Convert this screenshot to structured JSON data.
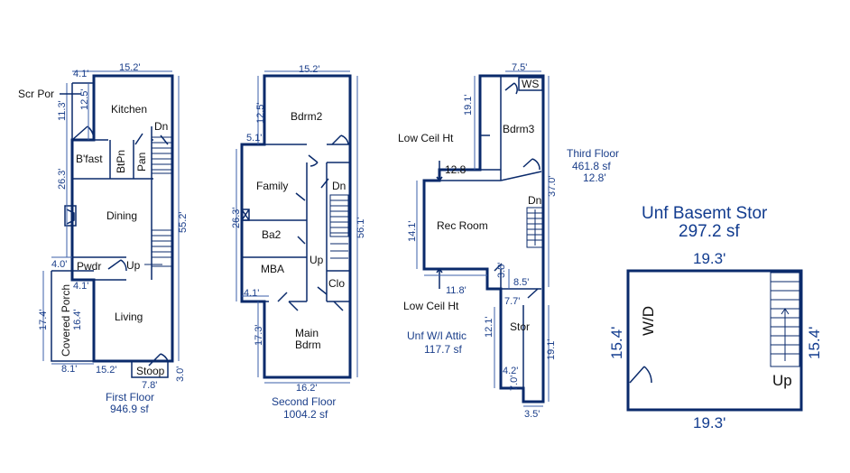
{
  "first_floor": {
    "caption": "First Floor",
    "area": "946.9 sf",
    "rooms": {
      "kitchen": "Kitchen",
      "bfast": "B'fast",
      "btpn": "BtPn",
      "pan": "Pan",
      "dining": "Dining",
      "pwdr": "Pwdr",
      "living": "Living",
      "covered_porch": "Covered Porch",
      "stoop": "Stoop",
      "scr_por": "Scr Por"
    },
    "labels": {
      "dn": "Dn",
      "up": "Up"
    },
    "dims": {
      "top": "15.2'",
      "top_left": "4.1'",
      "scr_h": "11.3'",
      "scr_h2": "12.5'",
      "left": "26.3'",
      "right": "55.2'",
      "pwdr_w": "4.0'",
      "porch_w1": "4.1'",
      "porch_h": "17.4'",
      "porch_h2": "16.4'",
      "porch_bottom": "8.1'",
      "bottom": "15.2'",
      "stoop_w": "7.8'",
      "stoop_h": "3.0'"
    }
  },
  "second_floor": {
    "caption": "Second Floor",
    "area": "1004.2 sf",
    "rooms": {
      "bdrm2": "Bdrm2",
      "family": "Family",
      "ba2": "Ba2",
      "mba": "MBA",
      "clo": "Clo",
      "main_bdrm_1": "Main",
      "main_bdrm_2": "Bdrm"
    },
    "labels": {
      "dn": "Dn",
      "up": "Up"
    },
    "dims": {
      "top": "15.2'",
      "left_top": "12.5'",
      "step": "5.1'",
      "left": "26.3'",
      "right": "56.1'",
      "mba_w": "4.1'",
      "main_h": "17.3'",
      "bottom": "16.2'"
    }
  },
  "third_floor": {
    "caption": "Third Floor",
    "area": "461.8 sf",
    "area2": "12.8'",
    "rooms": {
      "bdrm3": "Bdrm3",
      "ws": "WS",
      "rec_room": "Rec Room",
      "stor": "Stor"
    },
    "labels": {
      "low_ceil_1": "Low Ceil Ht",
      "low_ceil_2": "Low Ceil Ht",
      "dn": "Dn",
      "low_w": "12.8"
    },
    "attic": {
      "caption": "Unf W/I Attic",
      "area": "117.7 sf"
    },
    "dims": {
      "top": "7.5'",
      "left_top": "19.1'",
      "right": "37.0'",
      "rec_h": "14.1'",
      "rec_bottom": "11.8'",
      "step_h": "3.8'",
      "step_w": "8.5'",
      "stor_w": "7.7'",
      "stor_h": "12.1'",
      "stor_right": "19.1'",
      "notch_w": "4.2'",
      "notch_h": "7.0'",
      "bottom": "3.5'"
    }
  },
  "basement": {
    "caption": "Unf Basemt Stor",
    "area": "297.2 sf",
    "wd": "W/D",
    "up": "Up",
    "dims": {
      "top": "19.3'",
      "bottom": "19.3'",
      "left": "15.4'",
      "right": "15.4'"
    }
  },
  "colors": {
    "wall": "#0a2a6b",
    "dim": "#1a3e8a"
  }
}
